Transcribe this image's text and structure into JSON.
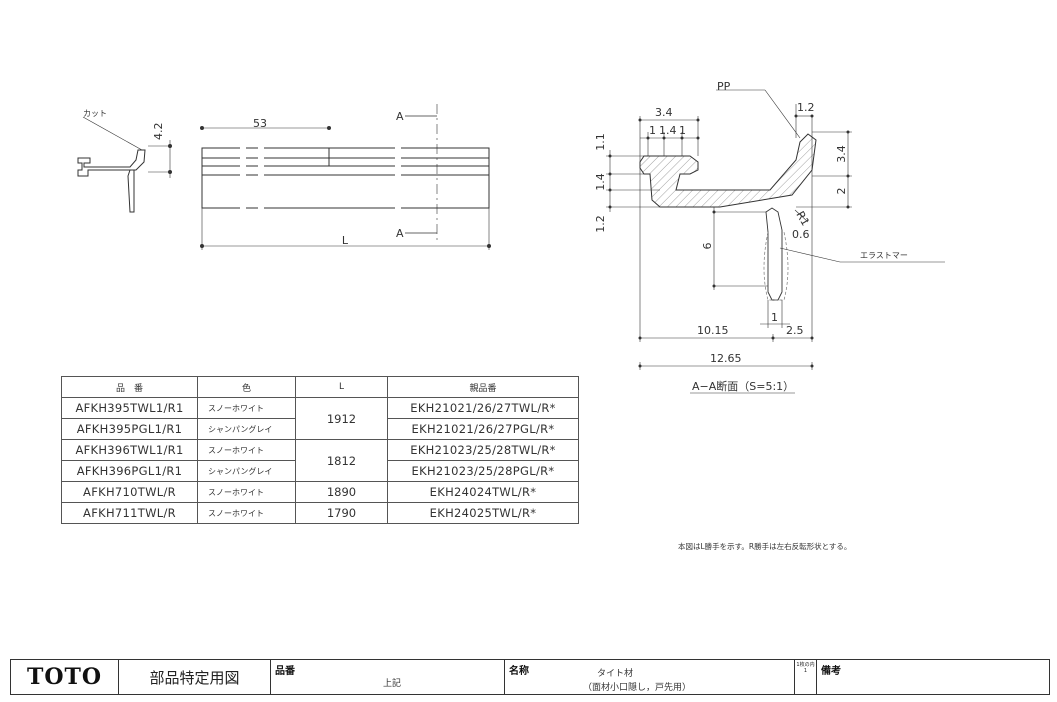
{
  "drawing": {
    "left_view": {
      "cut_label": "カット",
      "dim_height": "4.2"
    },
    "plan_view": {
      "dim_53": "53",
      "dim_L": "L",
      "section_mark_top": "A",
      "section_mark_bottom": "A"
    },
    "section": {
      "pp_label": "PP",
      "elastomer_label": "エラストマー",
      "dims": {
        "w_3_4": "3.4",
        "w_1_2": "1.2",
        "w_1": "1",
        "w_1_4": "1.4",
        "w_1b": "1",
        "h_1_1": "1.1",
        "h_1_4": "1.4",
        "h_1_2": "1.2",
        "h_3_4": "3.4",
        "h_2": "2",
        "r_1": "R1",
        "d_0_6": "0.6",
        "h_6": "6",
        "w_1c": "1",
        "w_10_15": "10.15",
        "w_2_5": "2.5",
        "w_12_65": "12.65"
      },
      "caption": "A−A断面（S=5:1）"
    }
  },
  "parts_table": {
    "headers": [
      "品　番",
      "色",
      "L",
      "親品番"
    ],
    "rows": [
      {
        "code": "AFKH395TWL1/R1",
        "color": "スノーホワイト",
        "length": "1912",
        "parent": "EKH21021/26/27TWL/R*"
      },
      {
        "code": "AFKH395PGL1/R1",
        "color": "シャンパングレイ",
        "length": "",
        "parent": "EKH21021/26/27PGL/R*"
      },
      {
        "code": "AFKH396TWL1/R1",
        "color": "スノーホワイト",
        "length": "1812",
        "parent": "EKH21023/25/28TWL/R*"
      },
      {
        "code": "AFKH396PGL1/R1",
        "color": "シャンパングレイ",
        "length": "",
        "parent": "EKH21023/25/28PGL/R*"
      },
      {
        "code": "AFKH710TWL/R",
        "color": "スノーホワイト",
        "length": "1890",
        "parent": "EKH24024TWL/R*"
      },
      {
        "code": "AFKH711TWL/R",
        "color": "スノーホワイト",
        "length": "1790",
        "parent": "EKH24025TWL/R*"
      }
    ]
  },
  "note": "本図はL勝手を示す。R勝手は左右反転形状とする。",
  "title_block": {
    "logo": "TOTO",
    "doc_type": "部品特定用図",
    "part_no_label": "品番",
    "part_no_value": "上記",
    "name_label": "名称",
    "name_value_1": "タイト材",
    "name_value_2": "（面材小口隠し，戸先用）",
    "sheet": "1枚の内1",
    "remarks_label": "備考"
  }
}
